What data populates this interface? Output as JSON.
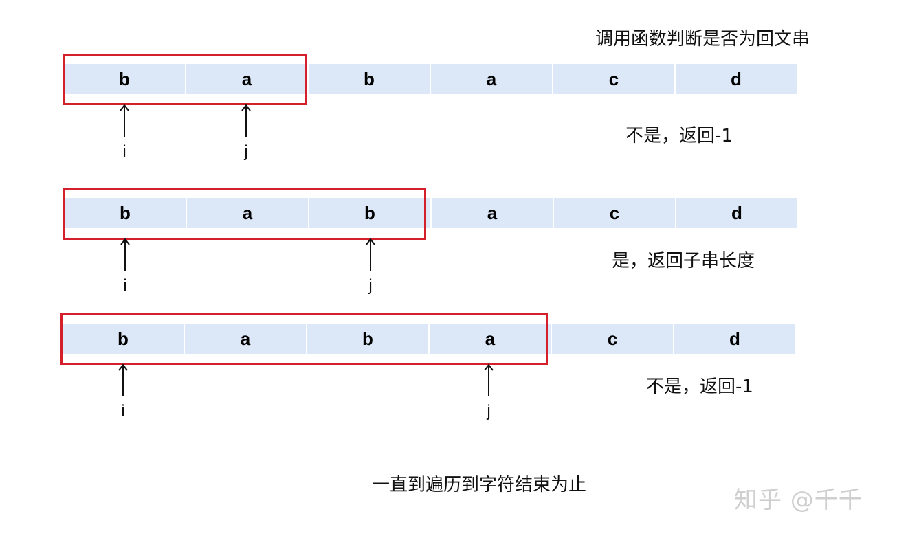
{
  "header_note": "调用函数判断是否为回文串",
  "rows": [
    {
      "cells": [
        "b",
        "a",
        "b",
        "a",
        "c",
        "d"
      ],
      "pointer_i": "i",
      "pointer_j": "j",
      "result": "不是，返回-1"
    },
    {
      "cells": [
        "b",
        "a",
        "b",
        "a",
        "c",
        "d"
      ],
      "pointer_i": "i",
      "pointer_j": "j",
      "result": "是，返回子串长度"
    },
    {
      "cells": [
        "b",
        "a",
        "b",
        "a",
        "c",
        "d"
      ],
      "pointer_i": "i",
      "pointer_j": "j",
      "result": "不是，返回-1"
    }
  ],
  "footer_note": "一直到遍历到字符结束为止",
  "watermark": "知乎 @千千",
  "colors": {
    "cell_fill": "#dce8f8",
    "highlight_border": "#d4202a",
    "text": "#111111",
    "watermark": "#cfcfcf"
  }
}
